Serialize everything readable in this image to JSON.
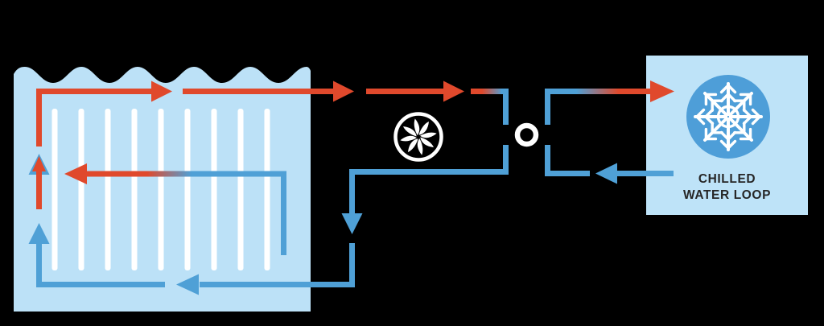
{
  "diagram": {
    "type": "immersion-cooling-loop-schematic",
    "chilled_box": {
      "label_line1": "CHILLED",
      "label_line2": "WATER LOOP"
    },
    "icons": {
      "fan": "fan-impeller-icon",
      "coupling": "pump-coupling-ring-icon",
      "snowflake": "snowflake-icon"
    },
    "legend_semantics": {
      "red_lines": "hot flow",
      "blue_lines": "cold flow"
    }
  },
  "colors": {
    "background": "#000000",
    "tank_fill": "#BCE1F7",
    "box_fill": "#BEE3F8",
    "plate_white": "#FFFFFF",
    "pipe_red": "#E0492C",
    "pipe_blue": "#4FA0D6",
    "snow_circle": "#4E9ED8",
    "icon_white": "#FFFFFF",
    "label_text": "#262626"
  }
}
